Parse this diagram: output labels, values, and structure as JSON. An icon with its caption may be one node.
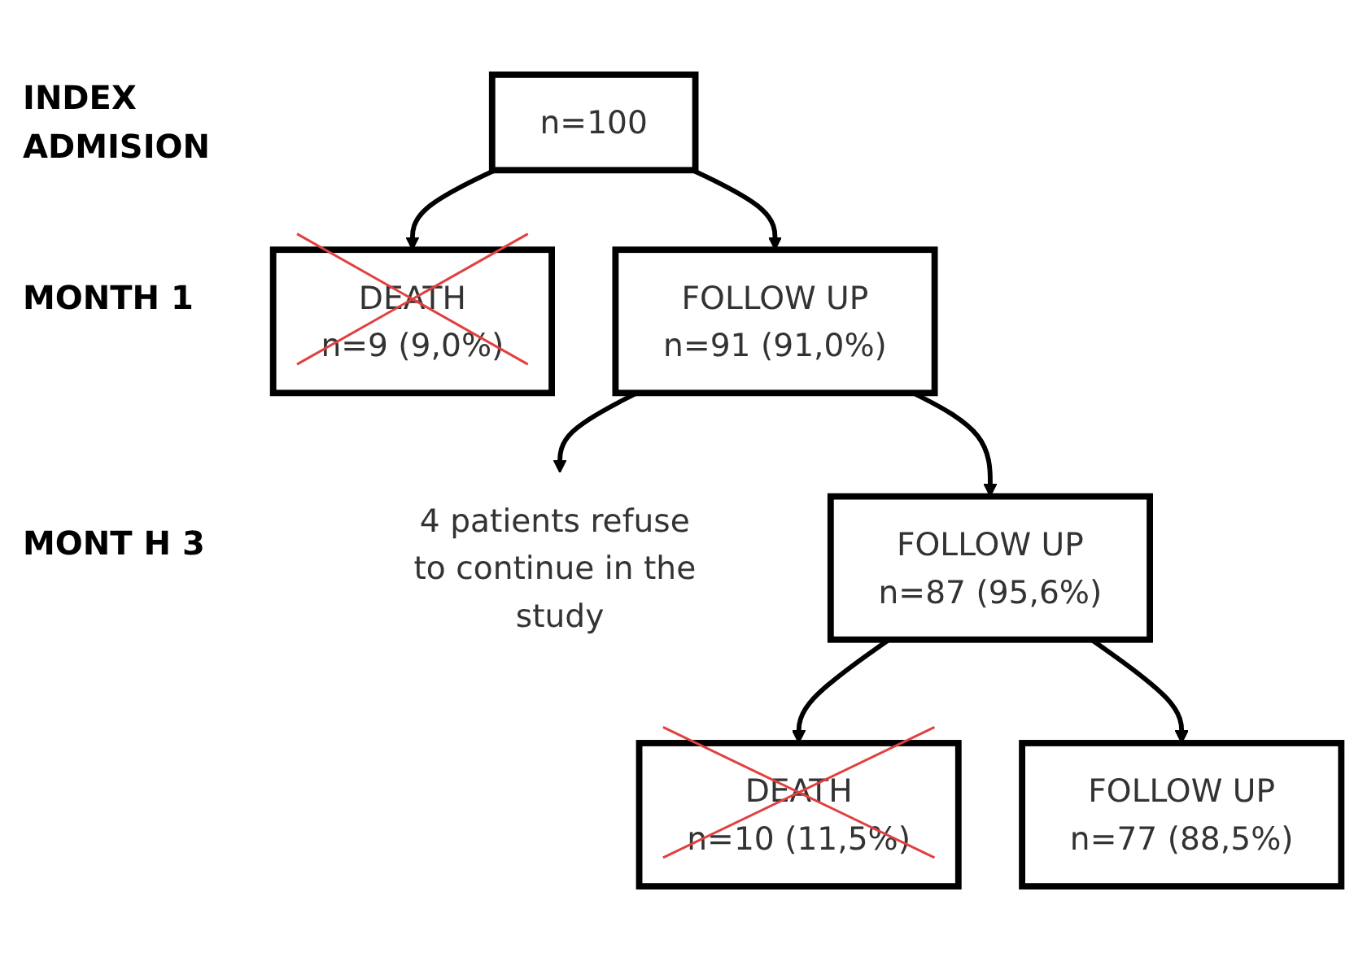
{
  "diagram": {
    "nodes": [
      {
        "text": [
          "n=100"
        ]
      },
      {
        "text": [
          "DEATH",
          "n=9 (9,0%)"
        ]
      },
      {
        "text": [
          "FOLLOW UP",
          "n=91 (91,0%)"
        ]
      },
      {
        "text": [
          "4 patients refuse to continue in the study"
        ]
      },
      {
        "text": [
          "FOLLOW UP",
          "n=87 (95,6%)"
        ]
      },
      {
        "text": [
          "DEATH",
          "n=10 (11,5%)"
        ]
      },
      {
        "text": [
          "FOLLOW UP",
          "n=77 (88,5%)"
        ]
      }
    ],
    "edges": [
      {
        "from": 0,
        "to": 1,
        "arrow": "to"
      },
      {
        "from": 0,
        "to": 2,
        "arrow": "to"
      },
      {
        "from": 2,
        "to": 4,
        "arrow": "to"
      },
      {
        "from": 2,
        "to": 3,
        "arrow": "to"
      },
      {
        "from": 4,
        "to": 5,
        "arrow": "to"
      },
      {
        "from": 4,
        "to": 6,
        "arrow": "to"
      }
    ],
    "labels": [
      "INDEX ADMISION",
      "MONTH 1",
      "MONT H 3"
    ]
  }
}
